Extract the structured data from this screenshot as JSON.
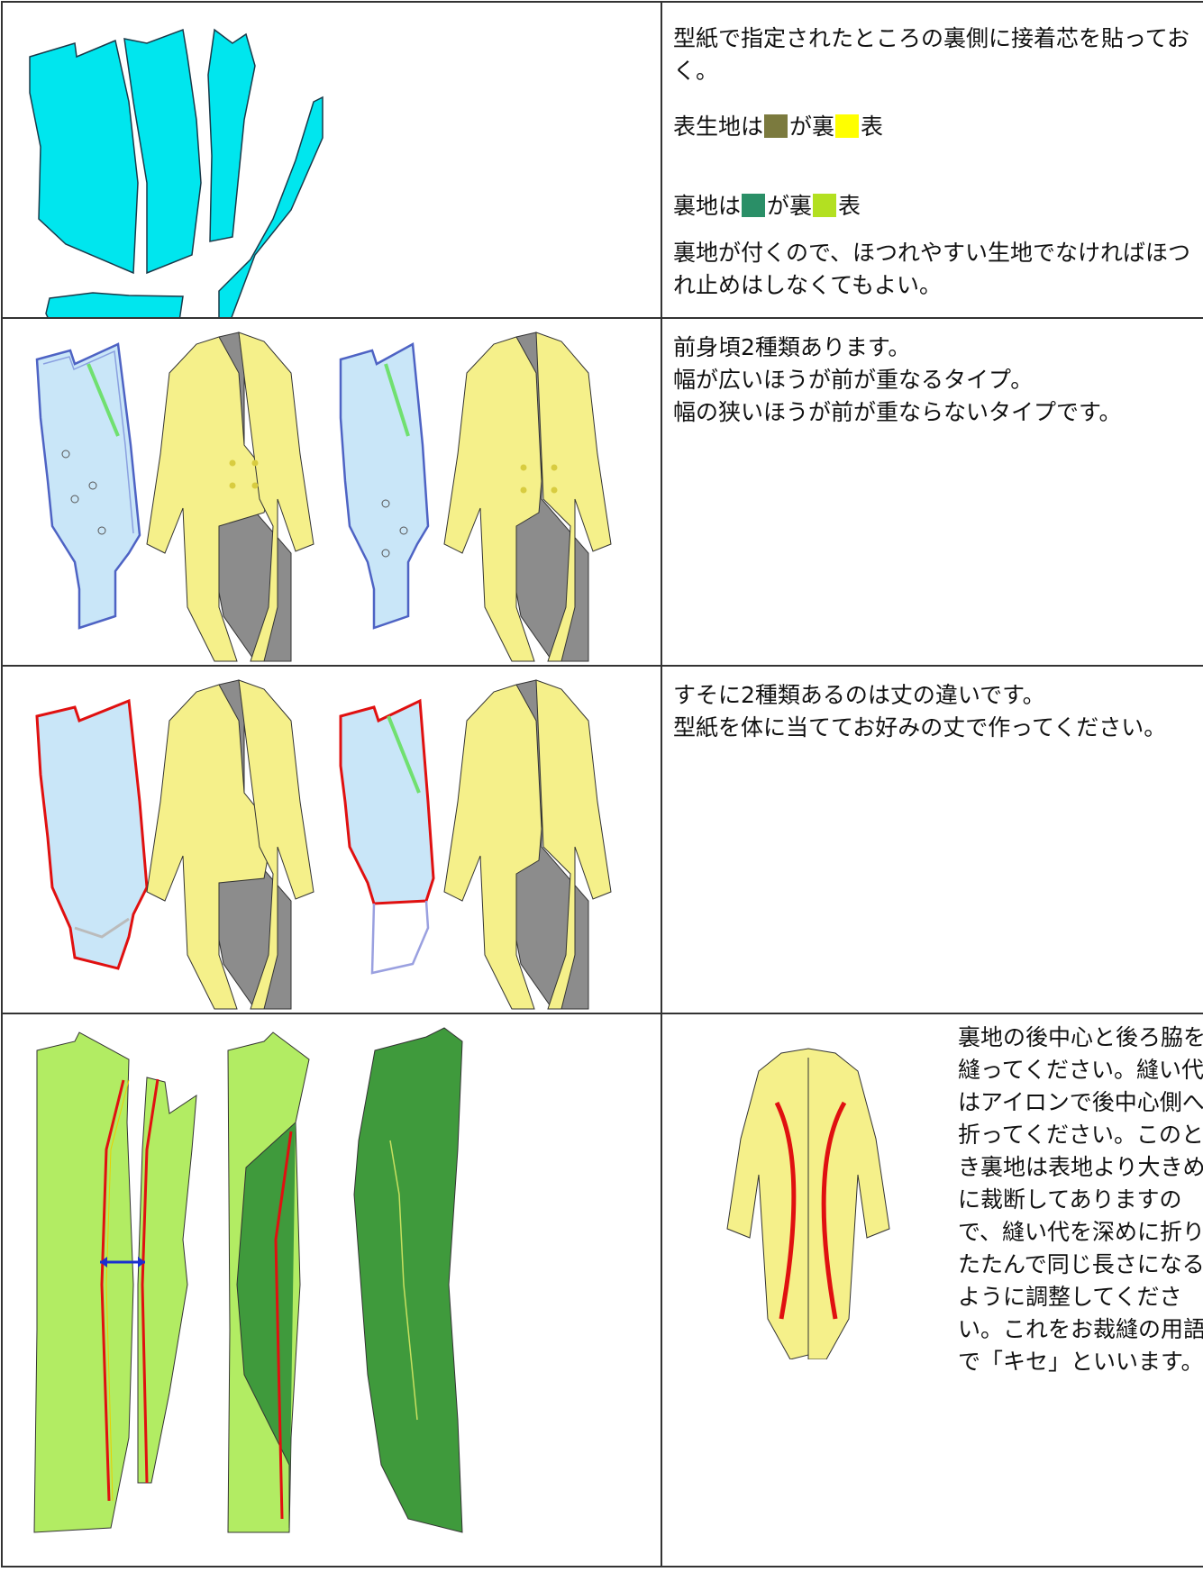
{
  "colors": {
    "fabric_back": "#7b7a3e",
    "fabric_front": "#ffff00",
    "lining_back": "#2a8f67",
    "lining_front": "#b3e021",
    "pattern_cyan": "#00e6ee",
    "coat_yellow": "#f5f08a",
    "coat_gray": "#8c8c8c",
    "piece_blue": "#c9e6f8",
    "lining_light": "#b2ec63",
    "lining_dark": "#3f9a3c",
    "seam_red": "#e01010"
  },
  "rows": [
    {
      "text1": "型紙で指定されたところの裏側に接着芯を貼っておく。",
      "fabric_prefix": "表生地は",
      "fabric_mid": "が裏",
      "fabric_suffix": "表",
      "lining_prefix": "裏地は",
      "lining_mid": "が裏",
      "lining_suffix": "表",
      "text2": "裏地が付くので、ほつれやすい生地でなければほつれ止めはしなくてもよい。"
    },
    {
      "line1": "前身頃2種類あります。",
      "line2": "幅が広いほうが前が重なるタイプ。",
      "line3": "幅の狭いほうが前が重ならないタイプです。"
    },
    {
      "line1": "すそに2種類あるのは丈の違いです。",
      "line2": "型紙を体に当ててお好みの丈で作ってください。"
    },
    {
      "text": "裏地の後中心と後ろ脇を縫ってください。縫い代はアイロンで後中心側へ折ってください。このとき裏地は表地より大きめに裁断してありますので、縫い代を深めに折りたたんで同じ長さになるように調整してください。これをお裁縫の用語で「キセ」といいます。"
    }
  ],
  "icons": [
    "pattern-pieces",
    "front-bodice-pattern",
    "tailcoat-front",
    "tailcoat-back",
    "lining-pieces",
    "width-arrow"
  ]
}
